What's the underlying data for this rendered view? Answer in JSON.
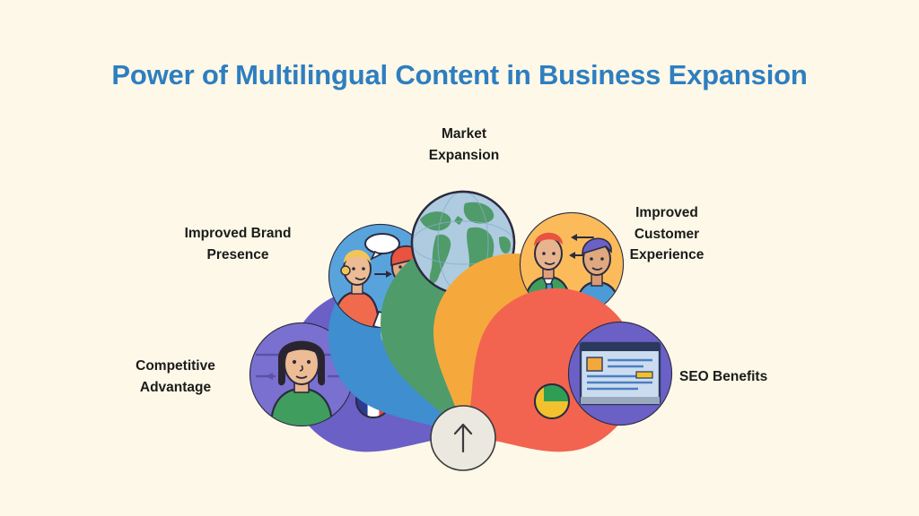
{
  "page": {
    "background_color": "#fdf8e7",
    "title": "Power of Multilingual Content in Business Expansion",
    "title_color": "#2e7ec0"
  },
  "hub": {
    "icon": "arrow-up-icon",
    "fill_color": "#ebe8e0",
    "stroke_color": "#3a3a3a"
  },
  "petals": [
    {
      "id": "competitive-advantage",
      "label": "Competitive\nAdvantage",
      "color": "#6a60c6",
      "angle_deg": -144,
      "illustration": "woman-portrait-illustration",
      "flag": {
        "name": "france-flag-badge",
        "stripes": [
          "#2b3b8f",
          "#ffffff",
          "#ef4135"
        ]
      }
    },
    {
      "id": "improved-brand-presence",
      "label": "Improved Brand\nPresence",
      "color": "#3f8ed0",
      "angle_deg": -117,
      "illustration": "two-people-conversation-illustration",
      "flag": {
        "name": "japan-flag-badge",
        "stripes": [
          "#ffffff",
          "#ffffff",
          "#ffffff"
        ]
      }
    },
    {
      "id": "market-expansion",
      "label": "Market\nExpansion",
      "color": "#4f9b6a",
      "angle_deg": -90,
      "illustration": "globe-illustration",
      "flag": {
        "name": "poland-flag-badge",
        "stripes": [
          "#ffffff",
          "#ffffff",
          "#dc143c"
        ]
      }
    },
    {
      "id": "improved-customer-experience",
      "label": "Improved\nCustomer\nExperience",
      "color": "#f5a93c",
      "angle_deg": -63,
      "illustration": "two-business-people-illustration",
      "flag": {
        "name": "italy-flag-badge",
        "stripes": [
          "#2f9e55",
          "#ffffff",
          "#e23b3b"
        ]
      }
    },
    {
      "id": "seo-benefits",
      "label": "SEO Benefits",
      "color": "#f26450",
      "angle_deg": -36,
      "illustration": "webpage-document-illustration",
      "flag": {
        "name": "generic-flag-badge",
        "stripes": [
          "#2f9e55",
          "#f2c12e",
          "#f2c12e"
        ]
      }
    }
  ]
}
